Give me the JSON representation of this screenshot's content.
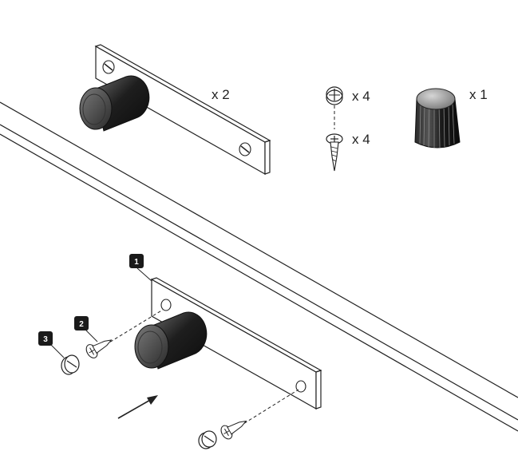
{
  "parts": {
    "bracket_qty": "x 2",
    "cap_qty": "x 4",
    "screw_qty": "x 4",
    "knob_qty": "x 1"
  },
  "steps": {
    "step1": "1",
    "step2": "2",
    "step3": "3"
  }
}
